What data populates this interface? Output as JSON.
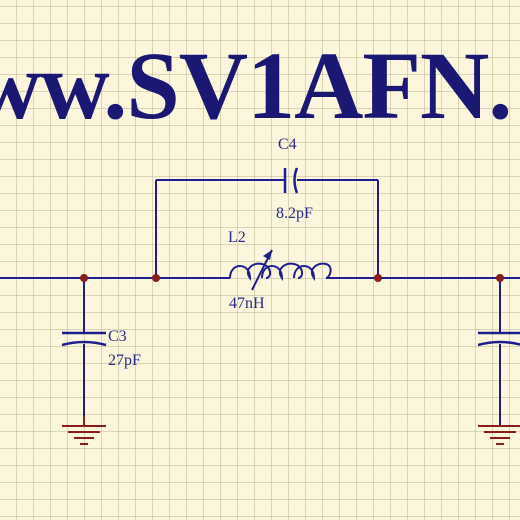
{
  "watermark": "ww.SV1AFN.",
  "components": {
    "c4": {
      "ref": "C4",
      "value": "8.2pF"
    },
    "l2": {
      "ref": "L2",
      "value": "47nH"
    },
    "c3": {
      "ref": "C3",
      "value": "27pF"
    }
  },
  "colors": {
    "wire": "#1e1e8e",
    "junction": "#8a1c1c",
    "ground": "#8a1c1c",
    "text": "#2a2a8a",
    "watermark": "#1a1872",
    "grid": "#cfc9a4",
    "background": "#fbf6dc"
  }
}
